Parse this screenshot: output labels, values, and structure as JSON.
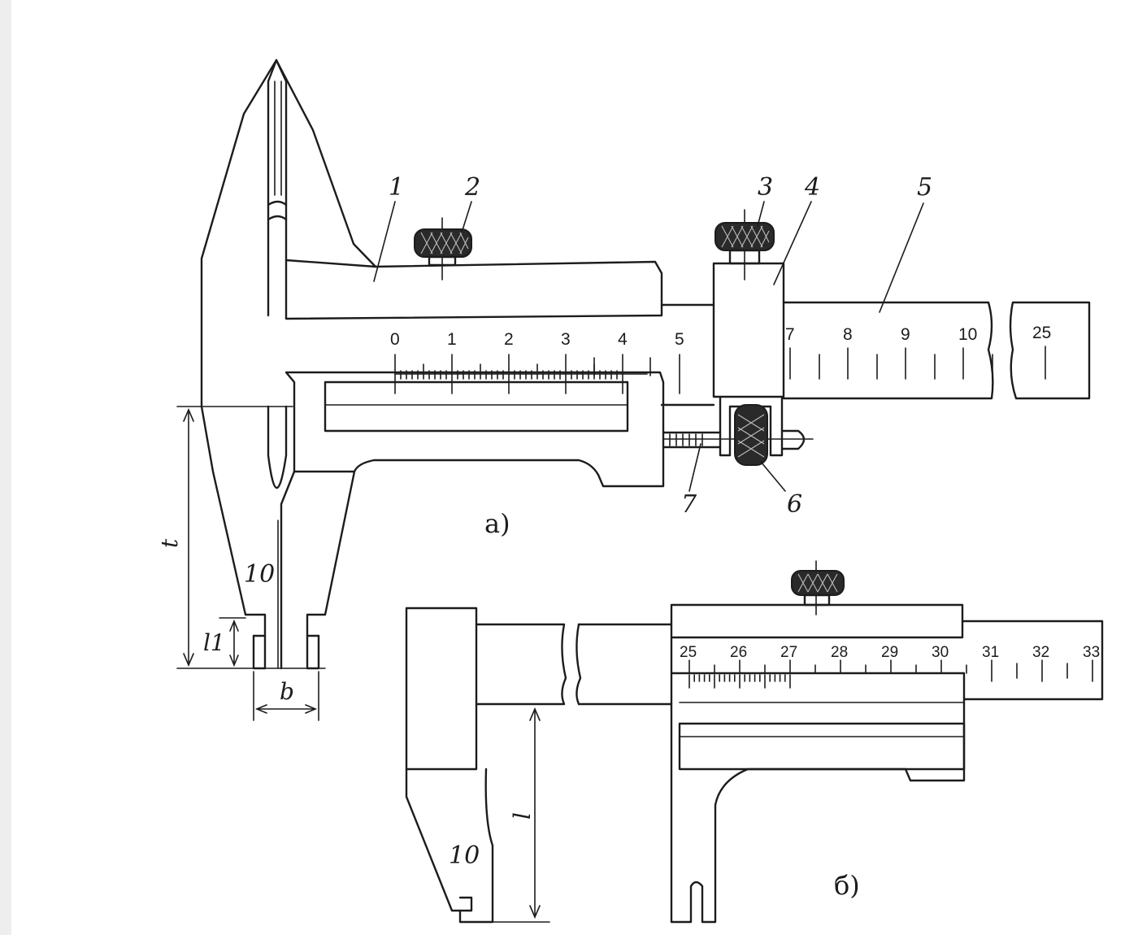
{
  "figure_a": {
    "label": "а)",
    "callouts": [
      "1",
      "2",
      "3",
      "4",
      "5",
      "6",
      "7",
      "10"
    ],
    "main_scale_labels": [
      "0",
      "1",
      "2",
      "3",
      "4",
      "5",
      "7",
      "8",
      "9",
      "10"
    ],
    "main_scale_end_label": "25",
    "dimensions": {
      "t": "t",
      "l1": "l1",
      "b": "b"
    }
  },
  "figure_b": {
    "label": "б)",
    "jaw_label": "10",
    "main_scale_labels": [
      "25",
      "26",
      "27",
      "28",
      "29",
      "30",
      "31",
      "32",
      "33"
    ],
    "dimension_l": "l"
  }
}
